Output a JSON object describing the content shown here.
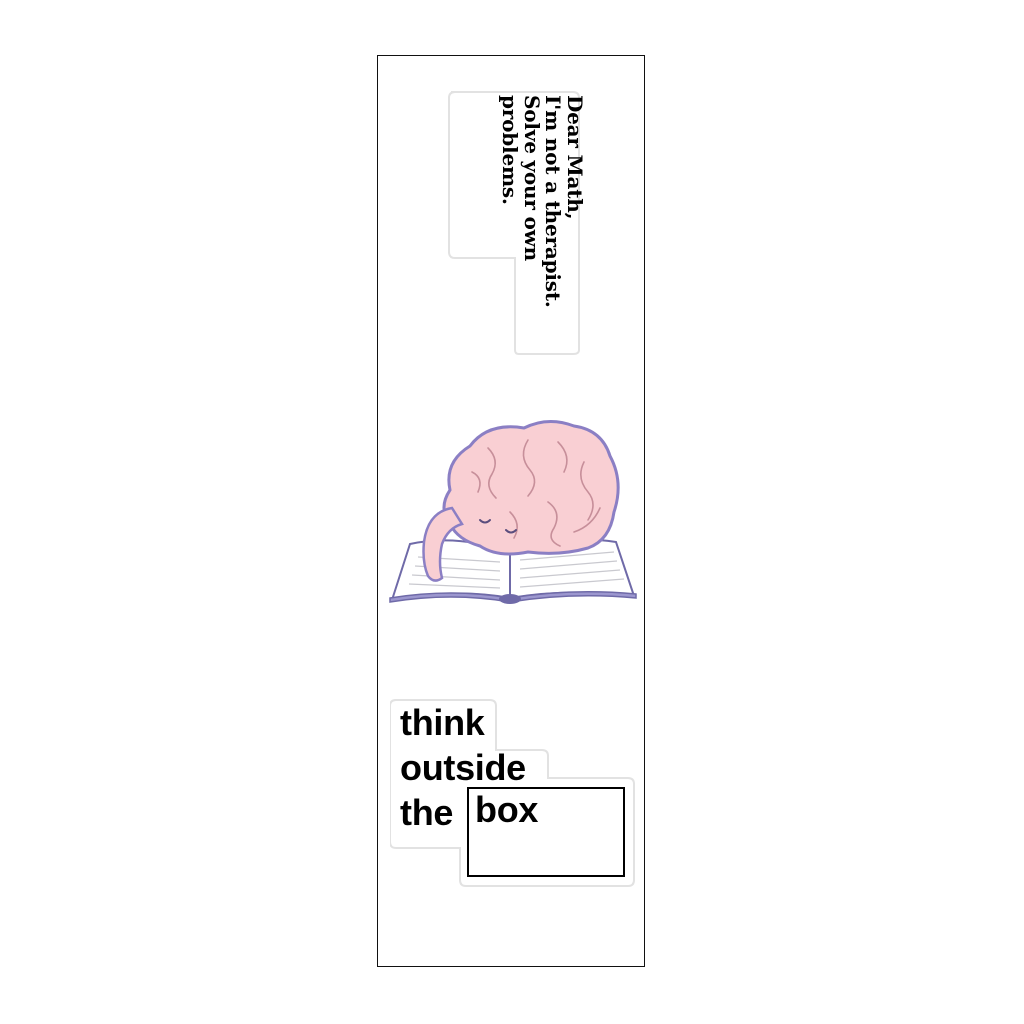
{
  "quote": {
    "line1": "Dear Math,",
    "line2": "I'm not a therapist.",
    "line3": "Solve your own",
    "line4": "problems."
  },
  "slogan": {
    "line1": "think",
    "line2": "outside",
    "line3_prefix": "the",
    "line3_boxed": "box"
  },
  "colors": {
    "brain_fill": "#f9cfd3",
    "brain_outline": "#8b7fc4",
    "book_outline": "#6f6aa8",
    "book_pages": "#ffffff",
    "background": "#ffffff"
  }
}
